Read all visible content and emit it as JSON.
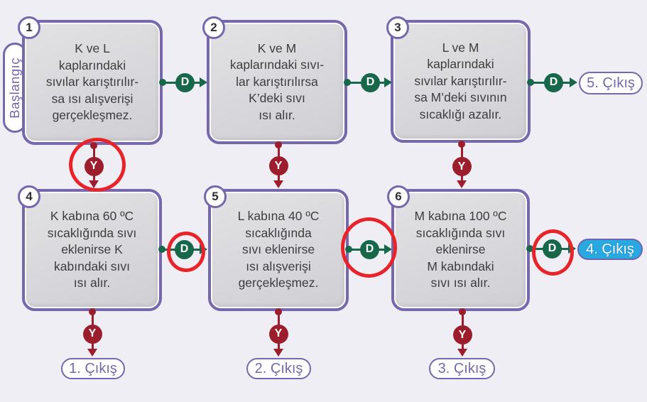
{
  "start_label": "Başlangıç",
  "decision_labels": {
    "d": "D",
    "y": "Y"
  },
  "boxes": [
    {
      "number": "1",
      "lines": [
        "K ve L",
        "kaplarındaki",
        "sıvılar karıştırılır-",
        "sa ısı alışverişi",
        "gerçekleşmez."
      ]
    },
    {
      "number": "2",
      "lines": [
        "K ve M",
        "kaplarındaki sıvı-",
        "lar karıştırılırsa",
        "K’deki sıvı",
        "ısı alır."
      ]
    },
    {
      "number": "3",
      "lines": [
        "L ve M",
        "kaplarındaki",
        "sıvılar karıştırılır-",
        "sa M’deki sıvının",
        "sıcaklığı azalır."
      ]
    },
    {
      "number": "4",
      "lines": [
        "K kabına 60 ºC",
        "sıcaklığında sıvı",
        "eklenirse K",
        "kabındaki sıvı",
        "ısı alır."
      ]
    },
    {
      "number": "5",
      "lines": [
        "L kabına 40 ºC",
        "sıcaklığında",
        "sıvı eklenirse",
        "ısı alışverişi",
        "gerçekleşmez."
      ]
    },
    {
      "number": "6",
      "lines": [
        "M kabına 100 ºC",
        "sıcaklığında sıvı",
        "eklenirse",
        "M kabındaki",
        "sıvı ısı alır."
      ]
    }
  ],
  "exits": [
    {
      "label": "1. Çıkış",
      "highlighted": false
    },
    {
      "label": "2. Çıkış",
      "highlighted": false
    },
    {
      "label": "3. Çıkış",
      "highlighted": false
    },
    {
      "label": "4. Çıkış",
      "highlighted": true
    },
    {
      "label": "5. Çıkış",
      "highlighted": false
    }
  ],
  "annotations": {
    "red_circled_answers": [
      "Y below box 1",
      "D right of box 4",
      "D right of box 5",
      "D right of box 6"
    ]
  },
  "colors": {
    "purple": "#7767AD",
    "green_true": "#17684B",
    "dark_red_false": "#9C1D2C",
    "annotation_red": "#E8242A",
    "highlight_blue": "#29A9E1",
    "box_fill": "#D8D7DB",
    "background": "#EFEEF4"
  }
}
